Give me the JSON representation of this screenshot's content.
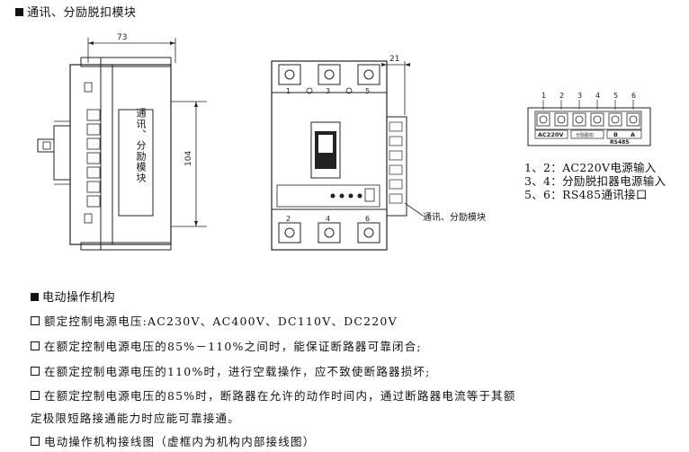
{
  "section1": {
    "title": "通讯、分励脱扣模块"
  },
  "side_view": {
    "dim_width": "73",
    "dim_height": "104",
    "module_label": "通讯、分励模块"
  },
  "front_view": {
    "dim_side": "21",
    "top_terminals": [
      "1",
      "3",
      "5"
    ],
    "bottom_terminals": [
      "2",
      "4",
      "6"
    ],
    "callout": "通讯、分励模块"
  },
  "terminal_block": {
    "numbers": [
      "1",
      "2",
      "3",
      "4",
      "5",
      "6"
    ],
    "label_ac": "AC220V",
    "label_shunt": "分励脱扣",
    "label_b": "B",
    "label_a": "A",
    "label_rs": "RS485"
  },
  "legend": [
    "1、2：AC220V电源输入",
    "3、4：分励脱扣器电源输入",
    "5、6：RS485通讯接口"
  ],
  "section2": {
    "title": "电动操作机构",
    "lines": [
      "额定控制电源电压:AC230V、AC400V、DC110V、DC220V",
      "在额定控制电源电压的85%－110%之间时，能保证断路器可靠闭合;",
      "在额定控制电源电压的110%时，进行空载操作，应不致使断路器损坏;",
      "在额定控制电源电压的85%时，断路器在允许的动作时间内，通过断路器电流等于其额",
      "定极限短路接通能力时应能可靠接通。",
      "电动操作机构接线图（虚框内为机构内部接线图）"
    ]
  }
}
